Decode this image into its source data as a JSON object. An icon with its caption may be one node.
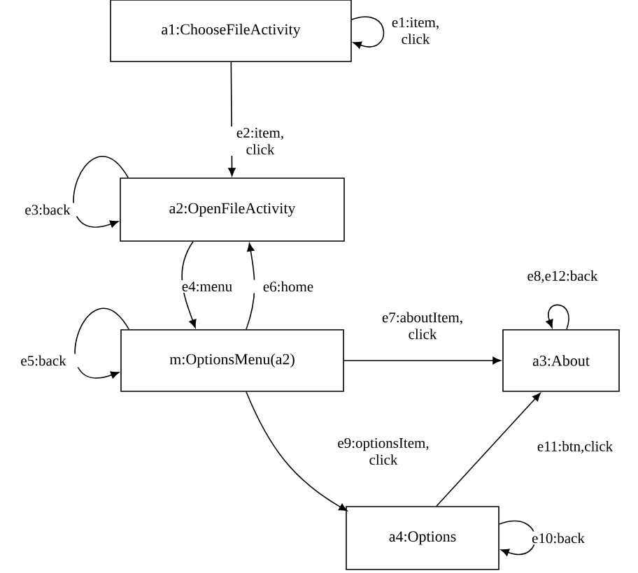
{
  "diagram": {
    "nodes": [
      {
        "text": [
          "a1:ChooseFileActivity"
        ]
      },
      {
        "text": [
          "a2:OpenFileActivity"
        ]
      },
      {
        "text": [
          "m:OptionsMenu(a2)"
        ]
      },
      {
        "text": [
          "a3:About"
        ]
      },
      {
        "text": [
          "a4:Options"
        ]
      }
    ],
    "edges": [
      {
        "from": 0,
        "to": 0,
        "arrow": "to",
        "label": "e1:item, click"
      },
      {
        "from": 0,
        "to": 1,
        "arrow": "to",
        "label": "e2:item, click"
      },
      {
        "from": 1,
        "to": 1,
        "arrow": "to",
        "label": "e3:back"
      },
      {
        "from": 1,
        "to": 2,
        "arrow": "to",
        "label": "e4:menu"
      },
      {
        "from": 2,
        "to": 2,
        "arrow": "to",
        "label": "e5:back"
      },
      {
        "from": 2,
        "to": 1,
        "arrow": "to",
        "label": "e6:home"
      },
      {
        "from": 2,
        "to": 3,
        "arrow": "to",
        "label": "e7:aboutItem, click"
      },
      {
        "from": 3,
        "to": 3,
        "arrow": "to",
        "label": "e8,e12:back"
      },
      {
        "from": 2,
        "to": 4,
        "arrow": "to",
        "label": "e9:optionsItem, click"
      },
      {
        "from": 4,
        "to": 4,
        "arrow": "to",
        "label": "e10:back"
      },
      {
        "from": 4,
        "to": 3,
        "arrow": "to",
        "label": "e11:btn,click"
      }
    ]
  }
}
